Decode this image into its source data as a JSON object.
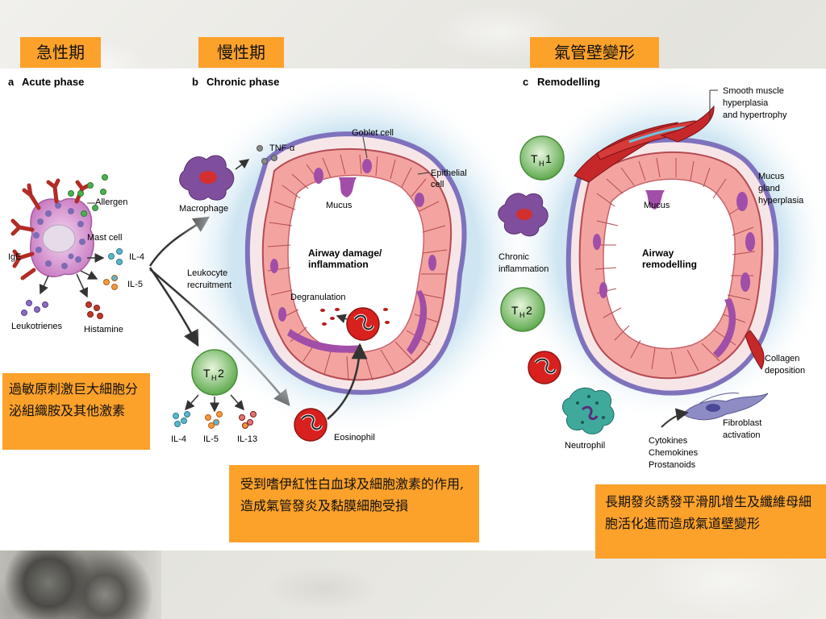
{
  "tags": {
    "acute": "急性期",
    "chronic": "慢性期",
    "remodel": "氣管壁變形",
    "note_acute": "過敏原刺激巨大細胞分泌組織胺及其他激素",
    "note_chronic": "受到嗜伊紅性白血球及細胞激素的作用,造成氣管發炎及黏膜細胞受損",
    "note_remodel": "長期發炎誘發平滑肌增生及纖維母細胞活化進而造成氣道壁變形"
  },
  "panel_a": {
    "letter": "a",
    "title": "Acute phase",
    "allergen": "Allergen",
    "mast_cell": "Mast cell",
    "ige": "IgE",
    "il4": "IL-4",
    "il5": "IL-5",
    "leukotrienes": "Leukotrienes",
    "histamine": "Histamine"
  },
  "panel_b": {
    "letter": "b",
    "title": "Chronic phase",
    "macrophage": "Macrophage",
    "tnf": "TNF-α",
    "goblet": "Goblet cell",
    "epithelial_1": "Epithelial",
    "epithelial_2": "cell",
    "mucus": "Mucus",
    "leukocyte_1": "Leukocyte",
    "leukocyte_2": "recruitment",
    "damage_1": "Airway damage/",
    "damage_2": "inflammation",
    "degranulation": "Degranulation",
    "th2_main": "T",
    "th2_sub": "H",
    "th2_num": "2",
    "il4": "IL-4",
    "il5": "IL-5",
    "il13": "IL-13",
    "eosinophil": "Eosinophil"
  },
  "panel_c": {
    "letter": "c",
    "title": "Remodelling",
    "smooth_1": "Smooth muscle",
    "smooth_2": "hyperplasia",
    "smooth_3": "and hypertrophy",
    "th1_main": "T",
    "th1_sub": "H",
    "th1_num": "1",
    "th2_main": "T",
    "th2_sub": "H",
    "th2_num": "2",
    "mucus": "Mucus",
    "gland_1": "Mucus",
    "gland_2": "gland",
    "gland_3": "hyperplasia",
    "chronic_1": "Chronic",
    "chronic_2": "inflammation",
    "remodel_1": "Airway",
    "remodel_2": "remodelling",
    "collagen_1": "Collagen",
    "collagen_2": "deposition",
    "fibro_1": "Fibroblast",
    "fibro_2": "activation",
    "neutrophil": "Neutrophil",
    "cytokines": "Cytokines",
    "chemokines": "Chemokines",
    "prostanoids": "Prostanoids"
  },
  "colors": {
    "tag_orange": "#fca12a",
    "mast_purple": "#d995d3",
    "macrophage_purple": "#7f4e9c",
    "th_green": "#7cc06c",
    "eosinophil_red": "#d8211e",
    "epithelium_pink": "#f3a4a0",
    "halo_blue": "#cfe6f2",
    "smooth_muscle_red": "#c6282a"
  }
}
